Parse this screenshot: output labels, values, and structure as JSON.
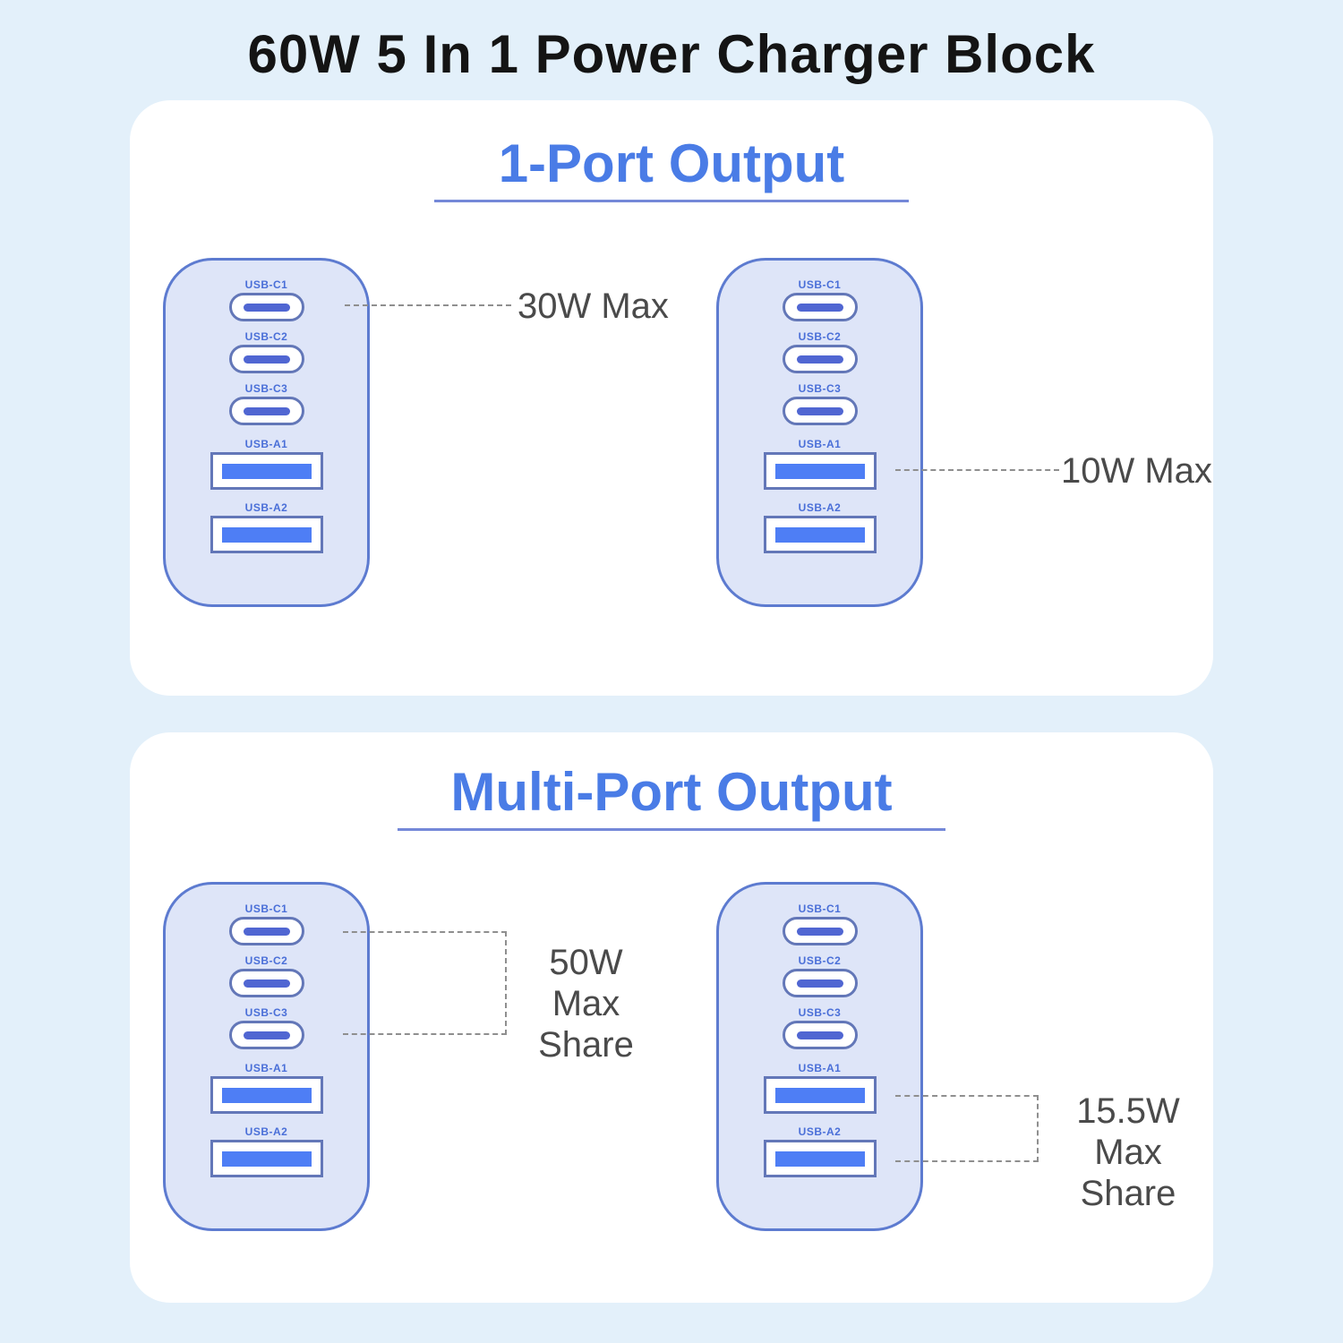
{
  "title": "60W 5 In 1 Power Charger Block",
  "sections": {
    "one_port": {
      "title": "1-Port Output",
      "annotations": {
        "usb_c_max": "30W Max",
        "usb_a_max": "10W Max"
      }
    },
    "multi_port": {
      "title": "Multi-Port Output",
      "annotations": {
        "usb_c_share_line1": "50W Max",
        "usb_c_share_line2": "Share",
        "usb_a_share_line1": "15.5W Max",
        "usb_a_share_line2": "Share"
      }
    }
  },
  "charger": {
    "ports": [
      {
        "label": "USB-C1",
        "type": "c"
      },
      {
        "label": "USB-C2",
        "type": "c"
      },
      {
        "label": "USB-C3",
        "type": "c"
      },
      {
        "label": "USB-A1",
        "type": "a"
      },
      {
        "label": "USB-A2",
        "type": "a"
      }
    ]
  },
  "colors": {
    "page_bg": "#e3f0fa",
    "card_bg": "#ffffff",
    "accent_blue": "#4a7ce6",
    "underline_blue": "#7488d8",
    "charger_fill": "#dee5f8",
    "charger_border": "#5d7bd0",
    "port_border": "#6377b8",
    "usb_c_pin": "#5066d2",
    "usb_a_pin": "#4e7ef5",
    "port_label_blue": "#4a6fd8",
    "annotation_text": "#4a4a4a",
    "leader_line": "#8f8f8f"
  }
}
